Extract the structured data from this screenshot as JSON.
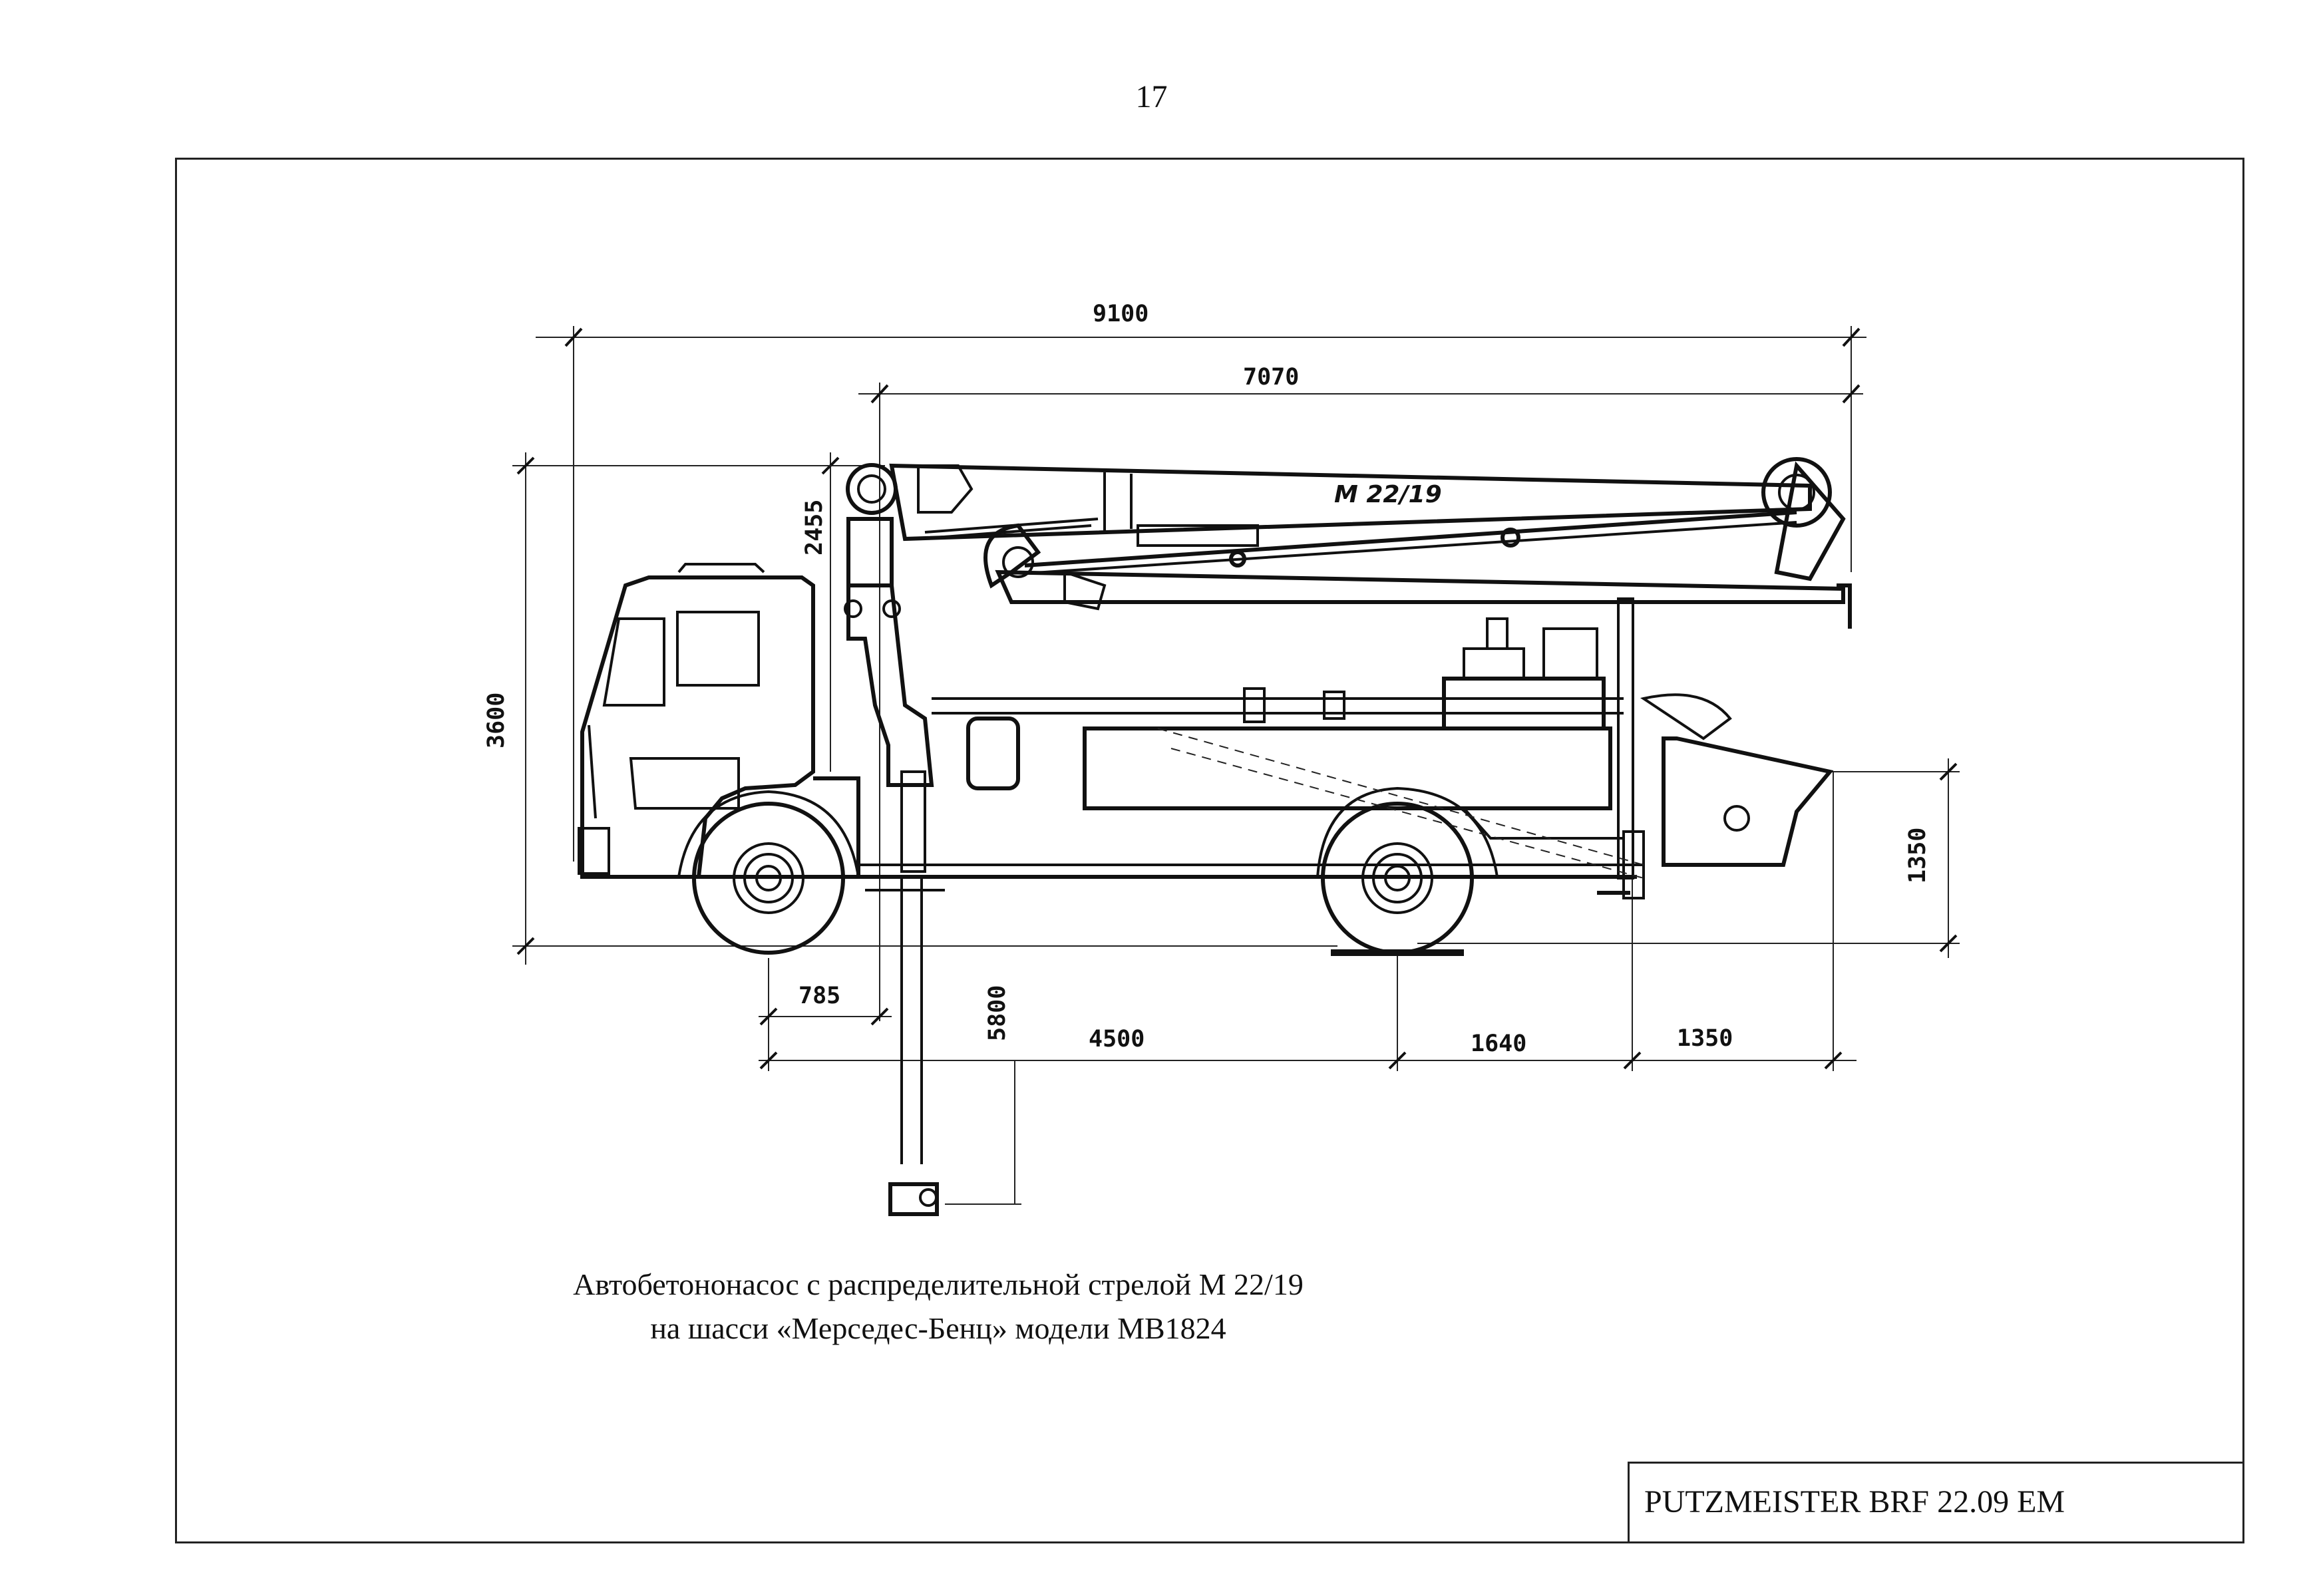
{
  "page": {
    "number": "17"
  },
  "dimensions": {
    "overall_length": "9100",
    "boom_length": "7070",
    "boom_height_above_cab": "2455",
    "overall_height": "3600",
    "hopper_height": "1350",
    "front_overhang": "785",
    "outrigger_depth": "5800",
    "wheelbase": "4500",
    "rear_axle_to_outrigger": "1640",
    "rear_overhang": "1350"
  },
  "boom": {
    "model_label": "M 22/19"
  },
  "caption": {
    "line1": "Автобетононасос с распределительной стрелой М 22/19",
    "line2": "на шасси «Мерседес-Бенц» модели МВ1824"
  },
  "title_block": {
    "text": "PUTZMEISTER BRF 22.09 EM"
  }
}
